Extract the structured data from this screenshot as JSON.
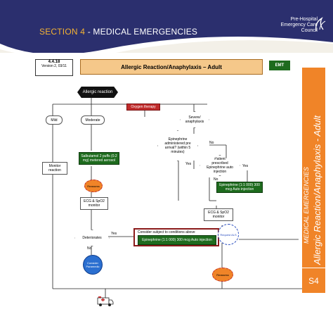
{
  "header": {
    "section": "SECTION 4",
    "separator": " - ",
    "title": "MEDICAL EMERGENCIES",
    "org_line1": "Pre-Hospital",
    "org_line2": "Emergency Care",
    "org_line3": "Council"
  },
  "sidebar": {
    "category": "MEDICAL EMERGENCIES",
    "topic": "Allergic Reaction/Anaphylaxis - Adult",
    "section_code": "S4"
  },
  "card": {
    "code": "4.4.18",
    "version": "Version 2, 03/11",
    "title": "Allergic Reaction/Anaphylaxis – Adult",
    "level": "EMT"
  },
  "nodes": {
    "start": "Allergic reaction",
    "oxygen": "Oxygen therapy",
    "mild": "Mild",
    "moderate": "Moderate",
    "severe": "Severe/ anaphylaxis",
    "monitor": "Monitor reaction",
    "epi_given_q": "Epinephrine administered pre arrival? (within 5 minutes)",
    "patient_prescribed_q": "Patient prescribed Epinephrine auto injection",
    "salbutamol": "Salbutamol 2 puffs (0.2 mg) metered aerosol",
    "reassess1": "Reassess",
    "ecg1": "ECG & SpO2 monitor",
    "epi_auto": "Epinephrine (1:1 000) 300 mcg Auto injection",
    "ecg2": "ECG & SpO2 monitor",
    "deteriorates": "Deteriorates",
    "consider_note": "Consider subject to conditions above",
    "epi_auto2": "Epinephrine (1:1 000) 300 mcg Auto injection",
    "request_als": "Request ALS",
    "consider_paramedic": "Consider Paramedic",
    "reassess2": "Reassess",
    "yes1": "Yes",
    "no1": "No",
    "yes2": "Yes",
    "no2": "No",
    "yes3": "Yes",
    "no3": "No"
  },
  "colors": {
    "header_navy": "#2b2f6e",
    "header_gold": "#f3b233",
    "sidebar_orange": "#f08428",
    "title_peach": "#f5c88a",
    "node_green": "#1e6b1e",
    "node_red": "#c02b2b"
  }
}
